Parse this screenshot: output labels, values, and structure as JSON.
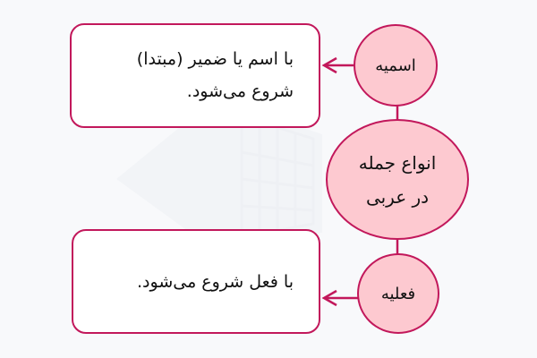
{
  "diagram": {
    "type": "mind-map",
    "colors": {
      "background": "#f8f9fb",
      "node_fill": "#fdc9d0",
      "stroke": "#c2185b",
      "box_fill": "#ffffff",
      "text": "#111111"
    },
    "center": {
      "line1": "انواع جمله",
      "line2": "در عربی"
    },
    "branches": [
      {
        "label": "اسمیه",
        "description_line1": "با اسم یا ضمیر (مبتدا)",
        "description_line2": "شروع می‌شود."
      },
      {
        "label": "فعلیه",
        "description": "با فعل شروع می‌شود."
      }
    ]
  }
}
